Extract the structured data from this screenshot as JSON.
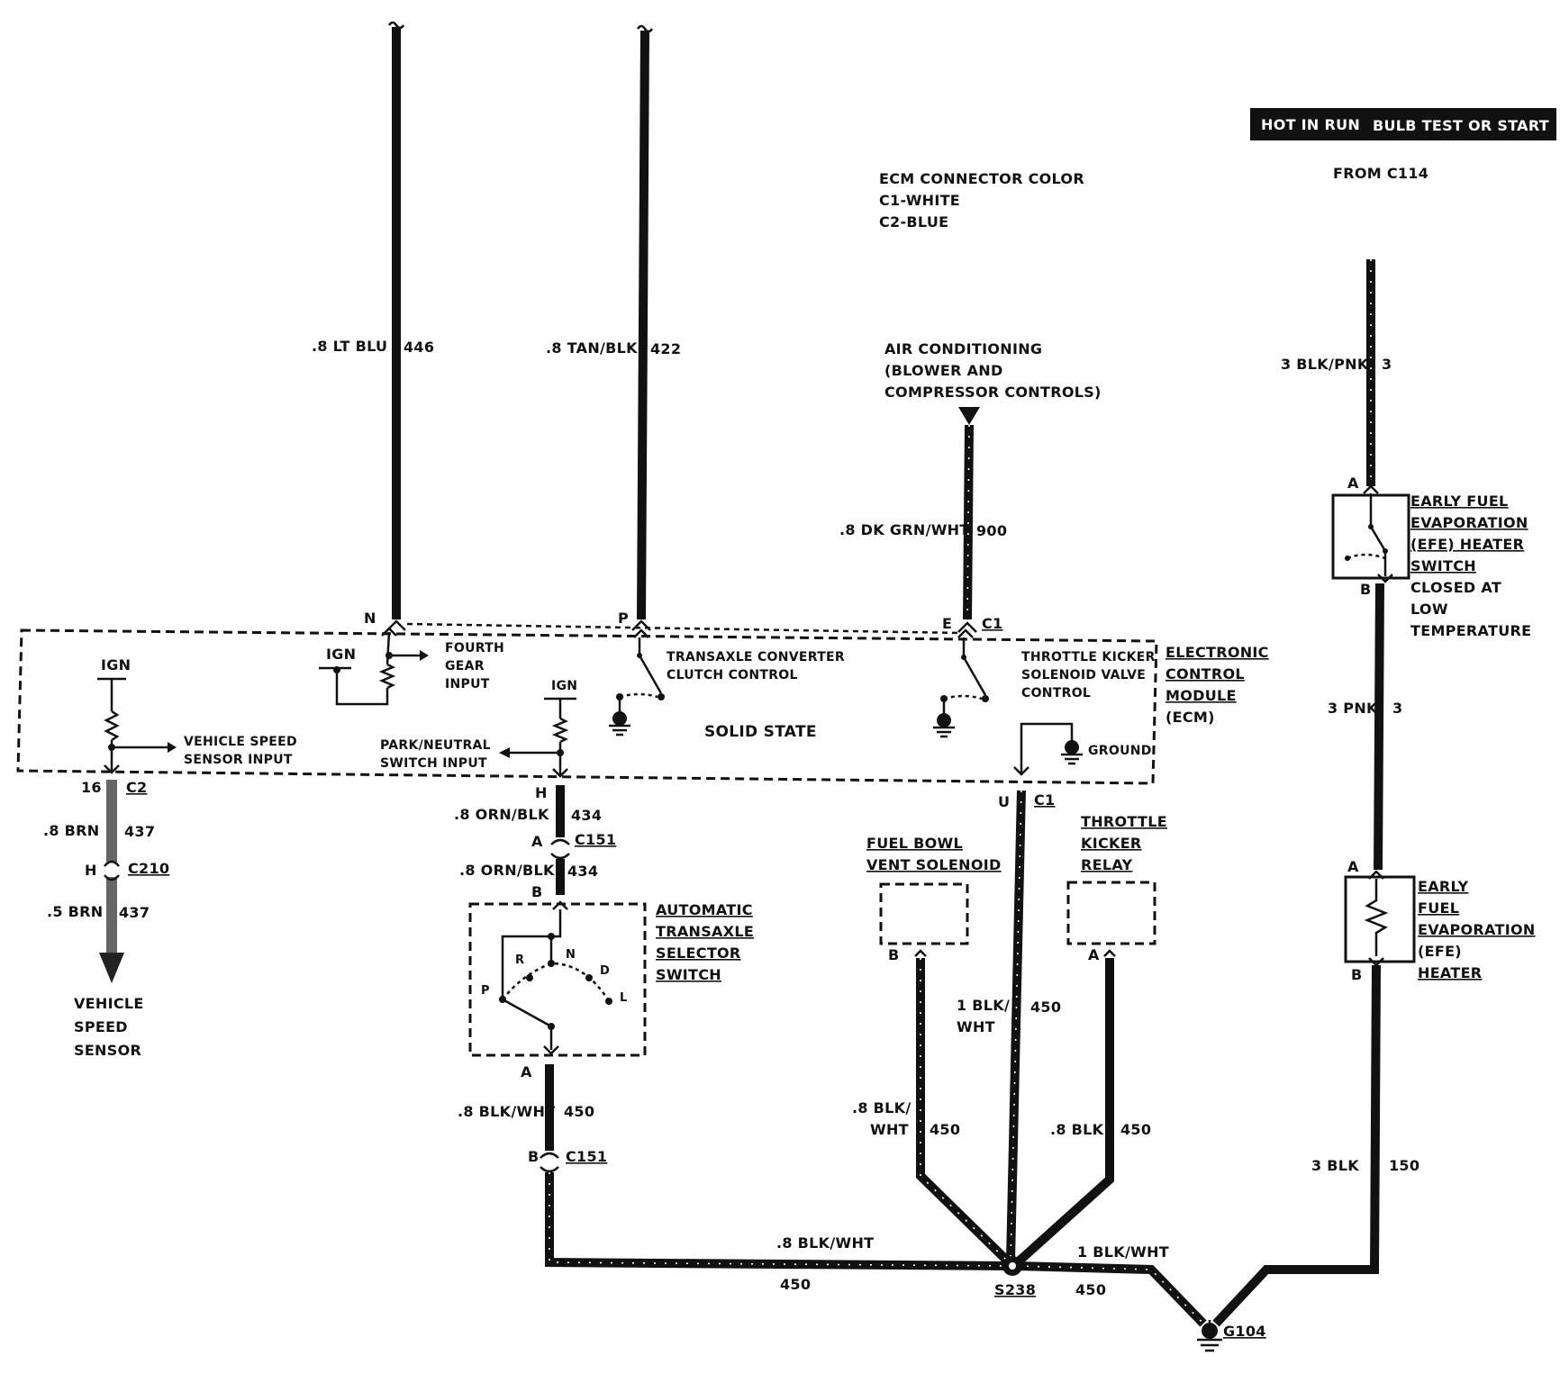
{
  "header": {
    "hot_in_run": "HOT IN RUN",
    "bulb_test": "BULB TEST OR START",
    "from": "FROM C114"
  },
  "ecm_note": {
    "line1": "ECM CONNECTOR COLOR",
    "line2": "C1-WHITE",
    "line3": "C2-BLUE"
  },
  "ac": {
    "line1": "AIR CONDITIONING",
    "line2": "(BLOWER AND",
    "line3": "COMPRESSOR CONTROLS)"
  },
  "wires": {
    "w446": {
      "color": ".8 LT BLU",
      "circuit": "446",
      "pin": "N"
    },
    "w422": {
      "color": ".8 TAN/BLK",
      "circuit": "422",
      "pin": "P"
    },
    "w900": {
      "color": ".8 DK GRN/WHT",
      "circuit": "900",
      "pin": "E",
      "conn": "C1"
    },
    "w3top": {
      "color": "3 BLK/PNK",
      "circuit": "3"
    },
    "w3mid": {
      "color": "3 PNK",
      "circuit": "3"
    },
    "w150": {
      "color": "3 BLK",
      "circuit": "150"
    },
    "w437a": {
      "color": ".8 BRN",
      "circuit": "437",
      "pin": "16",
      "conn": "C2"
    },
    "w437b": {
      "color": ".5 BRN",
      "circuit": "437",
      "pin": "H",
      "conn": "C210"
    },
    "w434a": {
      "color": ".8 ORN/BLK",
      "circuit": "434",
      "pin": "H"
    },
    "w434b": {
      "color": ".8 ORN/BLK",
      "circuit": "434",
      "pin_a": "A",
      "pin_b": "B",
      "conn": "C151"
    },
    "w450sel": {
      "color": ".8 BLK/WHT",
      "circuit": "450",
      "pin_a": "A",
      "pin_b": "B",
      "conn": "C151"
    },
    "w450u": {
      "color1": "1 BLK/",
      "color2": "WHT",
      "circuit": "450",
      "pin": "U",
      "conn": "C1"
    },
    "w450fb": {
      "color1": ".8 BLK/",
      "color2": "WHT",
      "circuit": "450",
      "pin": "B"
    },
    "w450tk": {
      "color": ".8 BLK",
      "circuit": "450",
      "pin": "A"
    },
    "w450bot": {
      "color": ".8 BLK/WHT",
      "circuit": "450"
    },
    "w450g": {
      "color": "1 BLK/WHT",
      "circuit": "450"
    }
  },
  "ecm": {
    "label1": "ELECTRONIC",
    "label2": "CONTROL",
    "label3": "MODULE",
    "label4": "(ECM)",
    "solid_state": "SOLID STATE",
    "ign1": "IGN",
    "ign2": "IGN",
    "ign3": "IGN",
    "fourth1": "FOURTH",
    "fourth2": "GEAR",
    "fourth3": "INPUT",
    "tcc1": "TRANSAXLE CONVERTER",
    "tcc2": "CLUTCH CONTROL",
    "tk1": "THROTTLE KICKER",
    "tk2": "SOLENOID VALVE",
    "tk3": "CONTROL",
    "vss1": "VEHICLE SPEED",
    "vss2": "SENSOR INPUT",
    "pn1": "PARK/NEUTRAL",
    "pn2": "SWITCH INPUT",
    "ground": "GROUND"
  },
  "efe_switch": {
    "l1": "EARLY FUEL",
    "l2": "EVAPORATION",
    "l3": "(EFE) HEATER",
    "l4": "SWITCH",
    "l5": "CLOSED AT",
    "l6": "LOW",
    "l7": "TEMPERATURE",
    "pin_a": "A",
    "pin_b": "B"
  },
  "efe_heater": {
    "l1": "EARLY",
    "l2": "FUEL",
    "l3": "EVAPORATION",
    "l4": "(EFE)",
    "l5": "HEATER",
    "pin_a": "A",
    "pin_b": "B"
  },
  "vehicle_speed_sensor": {
    "l1": "VEHICLE",
    "l2": "SPEED",
    "l3": "SENSOR"
  },
  "selector": {
    "l1": "AUTOMATIC",
    "l2": "TRANSAXLE",
    "l3": "SELECTOR",
    "l4": "SWITCH",
    "p": "P",
    "r": "R",
    "n": "N",
    "d": "D",
    "l": "L"
  },
  "fuel_bowl": {
    "l1": "FUEL BOWL",
    "l2": "VENT SOLENOID"
  },
  "tk_relay": {
    "l1": "THROTTLE",
    "l2": "KICKER",
    "l3": "RELAY"
  },
  "splice": "S238",
  "ground_g": "G104"
}
